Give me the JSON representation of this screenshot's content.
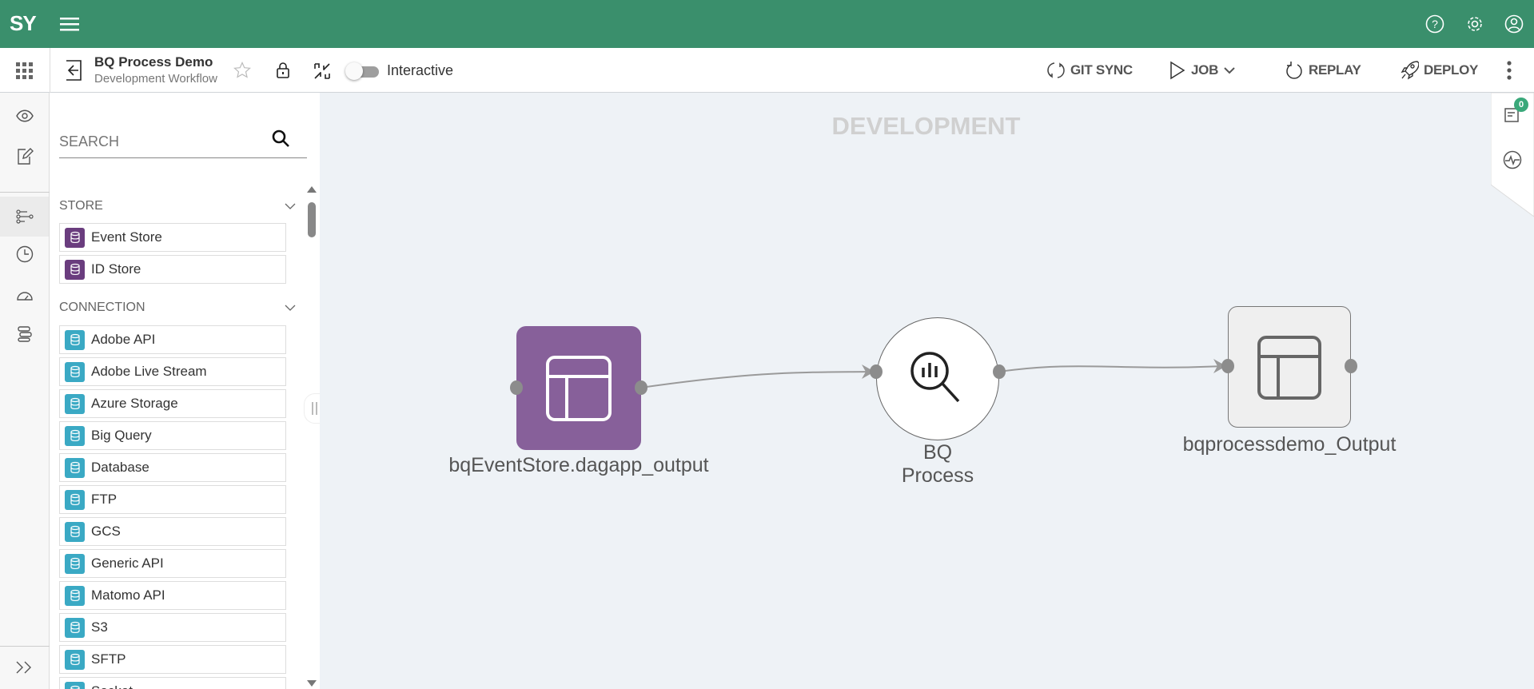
{
  "app": {
    "logo": "SY",
    "accent": "#3a8f6c"
  },
  "topbar": {
    "icons": [
      "menu-icon",
      "help-icon",
      "gear-icon",
      "user-icon"
    ]
  },
  "toolbar": {
    "title": "BQ Process Demo",
    "subtitle": "Development Workflow",
    "mode_label": "Interactive",
    "mode_on": false,
    "buttons": [
      {
        "label": "GIT SYNC",
        "icon": "git-sync-icon"
      },
      {
        "label": "JOB",
        "icon": "play-icon"
      },
      {
        "label": "REPLAY",
        "icon": "replay-icon"
      },
      {
        "label": "DEPLOY",
        "icon": "rocket-icon"
      }
    ]
  },
  "sidebar": {
    "search_placeholder": "SEARCH",
    "categories": [
      {
        "label": "STORE",
        "color": "#6a3d7e",
        "items": [
          "Event Store",
          "ID Store"
        ]
      },
      {
        "label": "CONNECTION",
        "color": "#3aa9c4",
        "items": [
          "Adobe API",
          "Adobe Live Stream",
          "Azure Storage",
          "Big Query",
          "Database",
          "FTP",
          "GCS",
          "Generic API",
          "Matomo API",
          "S3",
          "SFTP",
          "Socket"
        ]
      }
    ]
  },
  "canvas": {
    "environment": "DEVELOPMENT",
    "nodes": [
      {
        "label": "bqEventStore.dagapp_output",
        "type": "store",
        "color": "#87609a"
      },
      {
        "label_line1": "BQ",
        "label_line2": "Process",
        "type": "processor"
      },
      {
        "label": "bqprocessdemo_Output",
        "type": "output",
        "color": "#efefef"
      }
    ]
  },
  "right_panel": {
    "notifications_count": "0",
    "badge_color": "#3aa87a"
  }
}
